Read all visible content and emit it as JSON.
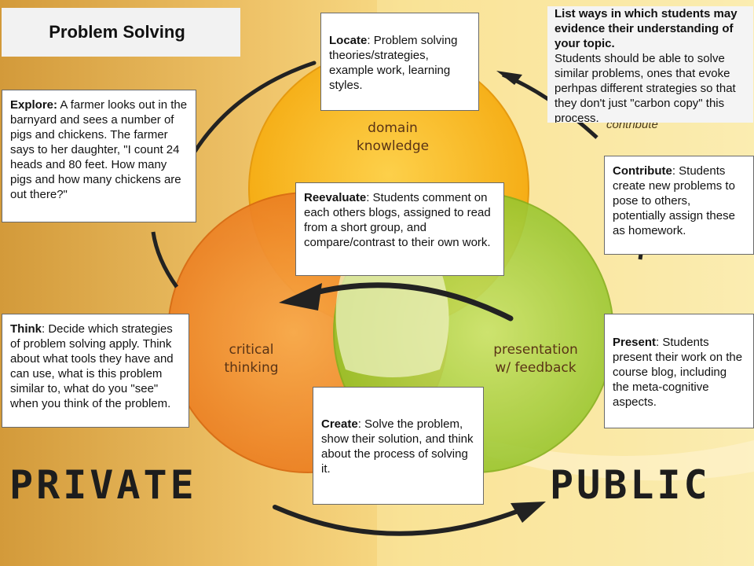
{
  "title": "Problem Solving",
  "labels": {
    "private": "PRIVATE",
    "public": "PUBLIC",
    "domain": [
      "domain",
      "knowledge"
    ],
    "critical": [
      "critical",
      "thinking"
    ],
    "presentation": [
      "presentation",
      "w/ feedback"
    ],
    "contribute": "contribute"
  },
  "list_ways": {
    "heading": "List ways in which students may evidence their understanding of your topic.",
    "text": "Students should be able to solve similar problems, ones that evoke perhpas different strategies so that they don't just \"carbon copy\" this process."
  },
  "boxes": {
    "explore": {
      "label": "Explore:",
      "text": "  A farmer looks out in the barnyard and sees a number of pigs and chickens. The farmer says to her daughter, \"I count 24 heads and 80 feet. How many pigs and how many chickens are out there?\""
    },
    "locate": {
      "label": "Locate",
      "text": ": Problem solving theories/strategies, example work, learning styles."
    },
    "reevaluate": {
      "label": "Reevaluate",
      "text": ": Students comment on each others blogs, assigned to read from a short group, and compare/contrast to their own work."
    },
    "contribute": {
      "label": "Contribute",
      "text": ": Students create new problems to pose to others, potentially assign these as homework."
    },
    "think": {
      "label": "Think",
      "text": ": Decide which strategies of problem solving apply.  Think about what tools they have and can use, what is this problem similar to, what do you \"see\" when you think of the problem."
    },
    "present": {
      "label": "Present",
      "text": ": Students present their work on the course blog, including the meta-cognitive aspects."
    },
    "create": {
      "label": "Create",
      "text": ": Solve the problem, show their solution, and think about the process of solving it."
    }
  },
  "colors": {
    "yellow": "#f7b413",
    "orange": "#f08a1c",
    "green": "#9fcb2d",
    "bg_left": "#d9a443",
    "bg_right": "#f7e7a4"
  }
}
